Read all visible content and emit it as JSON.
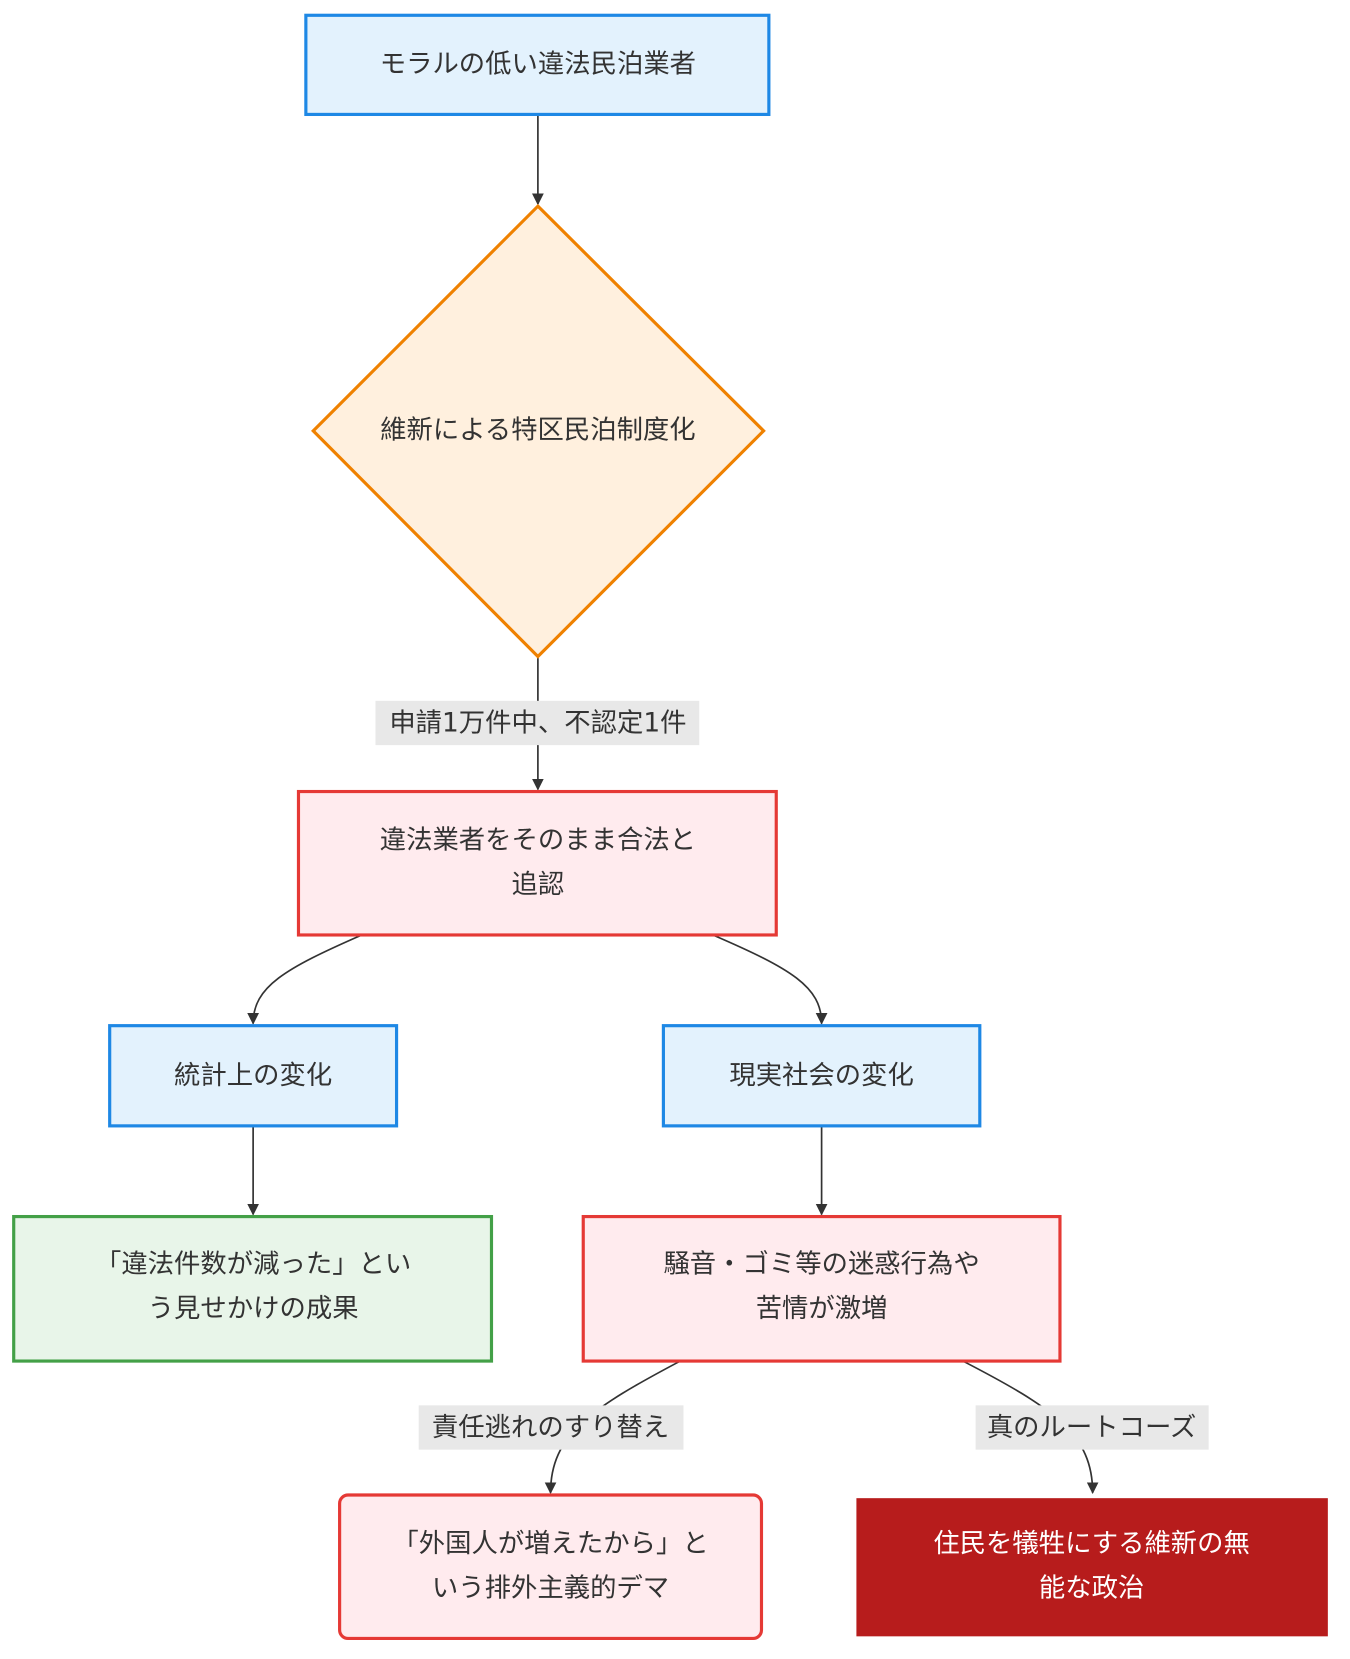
{
  "nodes": {
    "operators": {
      "lines": [
        "モラルの低い違法民泊業者"
      ]
    },
    "decision": {
      "lines": [
        "維新による特区民泊制度化"
      ]
    },
    "legalize": {
      "lines": [
        "違法業者をそのまま合法と",
        "追認"
      ]
    },
    "stats": {
      "lines": [
        "統計上の変化"
      ]
    },
    "reality": {
      "lines": [
        "現実社会の変化"
      ]
    },
    "fake_result": {
      "lines": [
        "「違法件数が減った」とい",
        "う見せかけの成果"
      ]
    },
    "complaints": {
      "lines": [
        "騒音・ゴミ等の迷惑行為や",
        "苦情が激増"
      ]
    },
    "demagogy": {
      "lines": [
        "「外国人が増えたから」と",
        "いう排外主義的デマ"
      ]
    },
    "root_cause": {
      "lines": [
        "住民を犠牲にする維新の無",
        "能な政治"
      ]
    }
  },
  "edge_labels": {
    "approval": "申請1万件中、不認定1件",
    "scapegoat": "責任逃れのすり替え",
    "true_cause": "真のルートコーズ"
  },
  "colors": {
    "blue_fill": "#e3f2fd",
    "blue_stroke": "#1e88e5",
    "orange_fill": "#fff0de",
    "orange_stroke": "#ef8100",
    "red_fill": "#ffebee",
    "red_stroke": "#e53935",
    "green_fill": "#e8f5e9",
    "green_stroke": "#43a047",
    "dark_red": "#b71c1c"
  }
}
